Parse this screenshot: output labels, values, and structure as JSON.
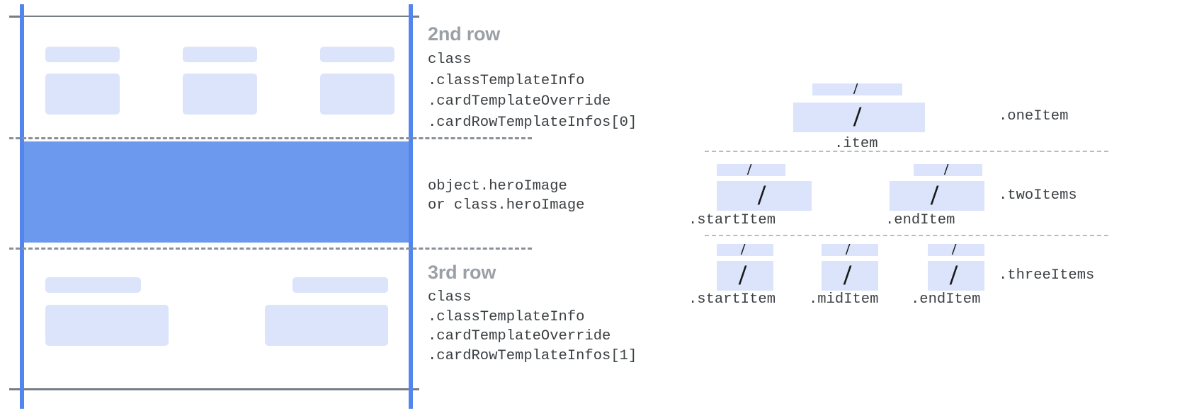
{
  "diagram": {
    "title": "Card row template structure diagram",
    "colors": {
      "hero_fill": "#6c98ed",
      "placeholder_fill": "#dbe4fa",
      "guide_line": "#5286ee",
      "rule_line": "#757d85",
      "dashed_line": "#8a9097",
      "heading_text": "#9aa0a6",
      "code_text": "#3c4043"
    }
  },
  "card": {
    "rows": [
      {
        "heading": "2nd row",
        "code_lines": [
          "class",
          ".classTemplateInfo",
          ".cardTemplateOverride",
          ".cardRowTemplateInfos[0]"
        ],
        "placeholders": [
          {
            "type": "title-bar"
          },
          {
            "type": "title-bar"
          },
          {
            "type": "title-bar"
          },
          {
            "type": "image-box"
          },
          {
            "type": "image-box"
          },
          {
            "type": "image-box"
          }
        ]
      },
      {
        "heading": "",
        "code_lines": [
          "object.heroImage",
          "or class.heroImage"
        ],
        "placeholders": []
      },
      {
        "heading": "3rd row",
        "code_lines": [
          "class",
          ".classTemplateInfo",
          ".cardTemplateOverride",
          ".cardRowTemplateInfos[1]"
        ],
        "placeholders": [
          {
            "type": "title-bar"
          },
          {
            "type": "title-bar"
          },
          {
            "type": "image-box"
          },
          {
            "type": "image-box"
          }
        ]
      }
    ]
  },
  "items": {
    "groups": [
      {
        "group_label": ".oneItem",
        "cells": [
          {
            "label": ".item",
            "glyph": "/"
          }
        ]
      },
      {
        "group_label": ".twoItems",
        "cells": [
          {
            "label": ".startItem",
            "glyph": "/"
          },
          {
            "label": ".endItem",
            "glyph": "/"
          }
        ]
      },
      {
        "group_label": ".threeItems",
        "cells": [
          {
            "label": ".startItem",
            "glyph": "/"
          },
          {
            "label": ".midItem",
            "glyph": "/"
          },
          {
            "label": ".endItem",
            "glyph": "/"
          }
        ]
      }
    ]
  }
}
